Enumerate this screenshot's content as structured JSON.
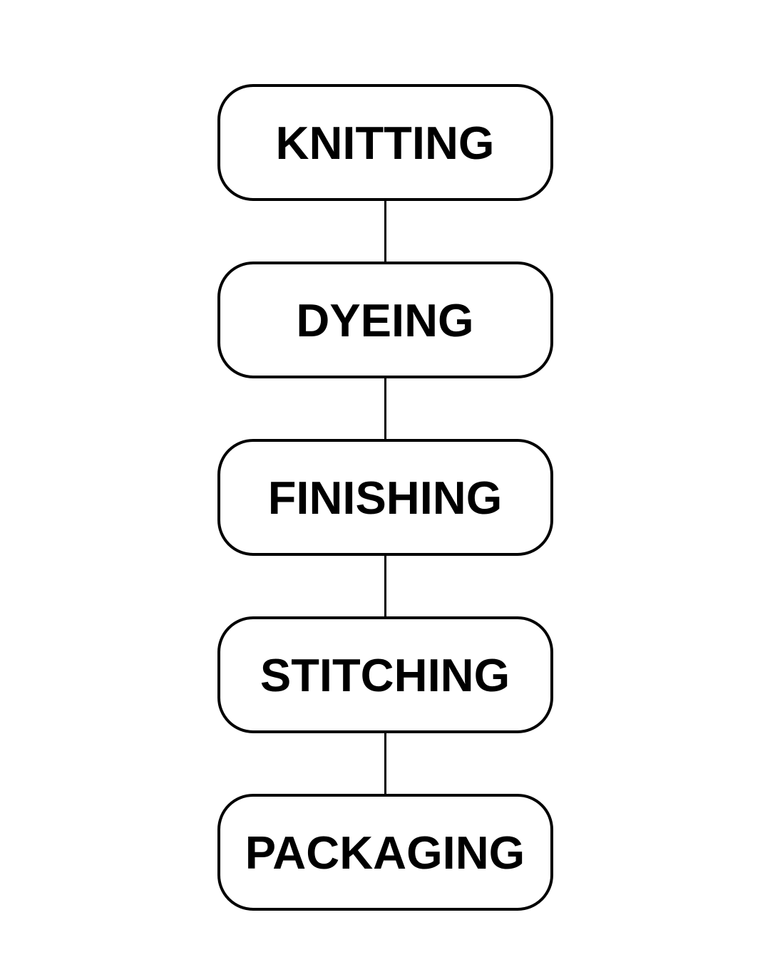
{
  "flowchart": {
    "type": "vertical-process-flow",
    "nodes": [
      {
        "label": "KNITTING"
      },
      {
        "label": "DYEING"
      },
      {
        "label": "FINISHING"
      },
      {
        "label": "STITCHING"
      },
      {
        "label": "PACKAGING"
      }
    ],
    "colors": {
      "node_border": "#000000",
      "node_fill": "#ffffff",
      "text": "#000000",
      "connector": "#000000",
      "page_background": "#ffffff"
    }
  }
}
